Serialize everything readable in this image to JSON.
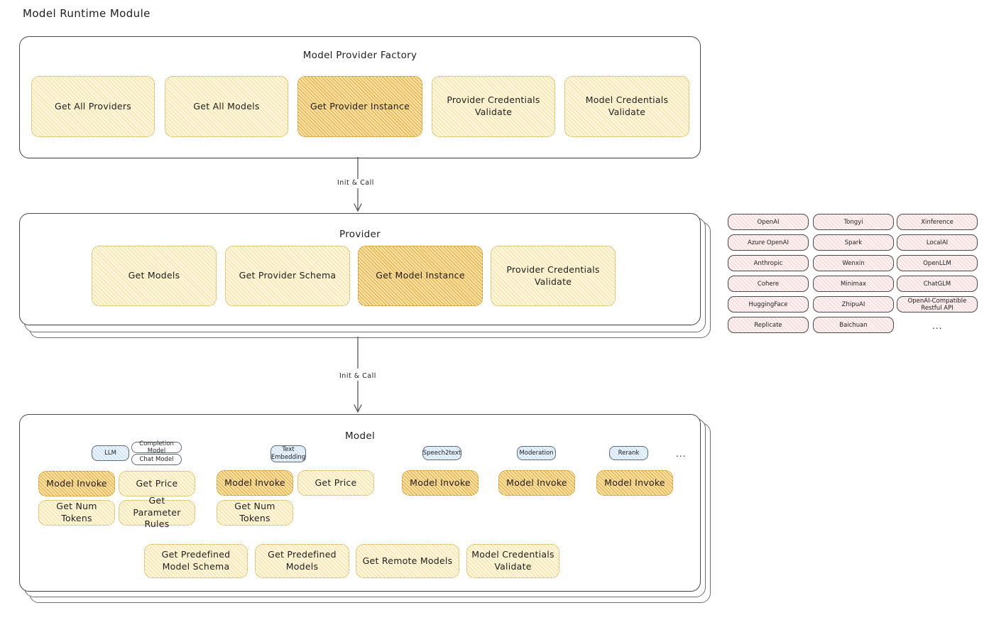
{
  "page": {
    "title": "Model Runtime Module"
  },
  "colors": {
    "box_fill": "#fdf6dd",
    "box_hatch": "#f0c85a",
    "box_highlight_fill": "#fbe3ad",
    "box_highlight_hatch": "#e2a01e",
    "badge_blue_fill": "#e8f2fb",
    "chip_pink_fill": "#fdf0f1",
    "stroke": "#1e1e1e"
  },
  "factory": {
    "title": "Model Provider Factory",
    "methods": [
      {
        "label": "Get All Providers",
        "highlight": false
      },
      {
        "label": "Get All Models",
        "highlight": false
      },
      {
        "label": "Get Provider Instance",
        "highlight": true
      },
      {
        "label": "Provider Credentials Validate",
        "highlight": false
      },
      {
        "label": "Model Credentials Validate",
        "highlight": false
      }
    ]
  },
  "arrows": [
    {
      "label": "Init & Call"
    },
    {
      "label": "Init & Call"
    }
  ],
  "provider": {
    "title": "Provider",
    "methods": [
      {
        "label": "Get Models",
        "highlight": false
      },
      {
        "label": "Get Provider Schema",
        "highlight": false
      },
      {
        "label": "Get Model Instance",
        "highlight": true
      },
      {
        "label": "Provider Credentials Validate",
        "highlight": false
      }
    ]
  },
  "provider_list": {
    "columns": [
      {
        "items": [
          "OpenAI",
          "Azure OpenAI",
          "Anthropic",
          "Cohere",
          "HuggingFace",
          "Replicate"
        ]
      },
      {
        "items": [
          "Tongyi",
          "Spark",
          "Wenxin",
          "Minimax",
          "ZhipuAI",
          "Baichuan"
        ]
      },
      {
        "items": [
          "Xinference",
          "LocalAI",
          "OpenLLM",
          "ChatGLM",
          "OpenAI-Compatible Restful API"
        ]
      }
    ],
    "more": "..."
  },
  "model": {
    "title": "Model",
    "more": "...",
    "types": [
      {
        "name": "LLM",
        "sub_badges": [
          "Completion Model",
          "Chat Model"
        ],
        "methods": [
          {
            "label": "Model Invoke",
            "highlight": true
          },
          {
            "label": "Get Price",
            "highlight": false
          },
          {
            "label": "Get Num Tokens",
            "highlight": false
          },
          {
            "label": "Get Parameter Rules",
            "highlight": false
          }
        ]
      },
      {
        "name": "Text Embedding",
        "sub_badges": [],
        "methods": [
          {
            "label": "Model Invoke",
            "highlight": true
          },
          {
            "label": "Get Price",
            "highlight": false
          },
          {
            "label": "Get Num Tokens",
            "highlight": false
          }
        ]
      },
      {
        "name": "Speech2text",
        "sub_badges": [],
        "methods": [
          {
            "label": "Model Invoke",
            "highlight": true
          }
        ]
      },
      {
        "name": "Moderation",
        "sub_badges": [],
        "methods": [
          {
            "label": "Model Invoke",
            "highlight": true
          }
        ]
      },
      {
        "name": "Rerank",
        "sub_badges": [],
        "methods": [
          {
            "label": "Model Invoke",
            "highlight": true
          }
        ]
      }
    ],
    "common_methods": [
      {
        "label": "Get Predefined Model Schema"
      },
      {
        "label": "Get Predefined Models"
      },
      {
        "label": "Get Remote Models"
      },
      {
        "label": "Model Credentials Validate"
      }
    ]
  }
}
